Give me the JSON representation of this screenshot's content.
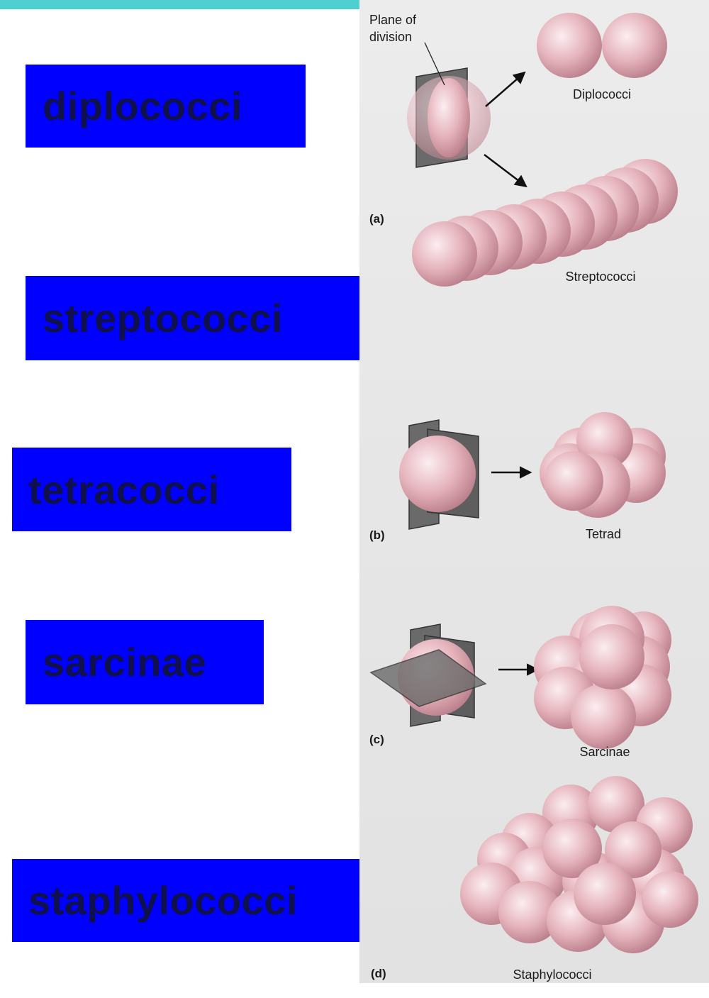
{
  "colors": {
    "top_bar": "#4ecfd0",
    "label_background": "#0000ff",
    "label_text": "#10104a",
    "coccus_fill": "#e6b4bd",
    "plane_fill": "#666666"
  },
  "labels": {
    "diplococci": "diplococci",
    "streptococci": "streptococci",
    "tetracocci": "tetracocci",
    "sarcinae": "sarcinae",
    "staphylococci": "staphylococci"
  },
  "figure": {
    "plane_label": "Plane of division",
    "panel_a": {
      "letter": "(a)",
      "caption_top": "Diplococci",
      "caption_bottom": "Streptococci"
    },
    "panel_b": {
      "letter": "(b)",
      "caption": "Tetrad"
    },
    "panel_c": {
      "letter": "(c)",
      "caption": "Sarcinae"
    },
    "panel_d": {
      "letter": "(d)",
      "caption": "Staphylococci"
    }
  }
}
